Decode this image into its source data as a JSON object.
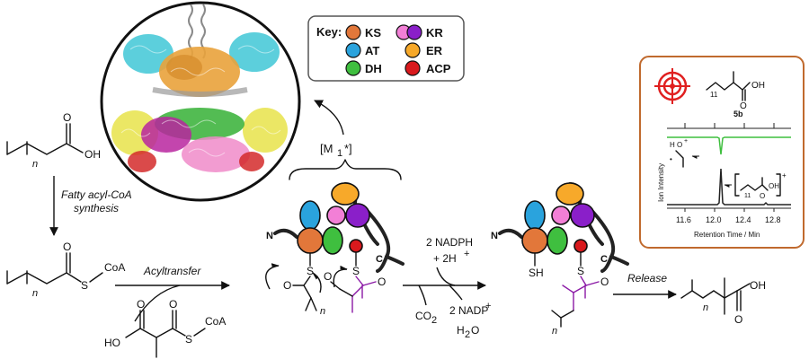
{
  "key": {
    "title": "Key:",
    "items": [
      {
        "id": "ks",
        "label": "KS",
        "color": "#e2773a"
      },
      {
        "id": "at",
        "label": "AT",
        "color": "#2aa3dd"
      },
      {
        "id": "dh",
        "label": "DH",
        "color": "#3fbf3f"
      },
      {
        "id": "kr",
        "label": "KR",
        "colors": [
          "#f27fd6",
          "#8a1fc9"
        ]
      },
      {
        "id": "er",
        "label": "ER",
        "color": "#f7a92a"
      },
      {
        "id": "acp",
        "label": "ACP",
        "color": "#d9191d"
      }
    ]
  },
  "labels": {
    "n_sub": "n",
    "oh": "OH",
    "coa": "CoA",
    "s": "S",
    "sh": "SH",
    "o": "O",
    "ho": "HO",
    "fatty_step_line1": "Fatty acyl-CoA",
    "fatty_step_line2": "synthesis",
    "acyltransfer": "Acyltransfer",
    "m1_label": "[M",
    "m1_sub": "1",
    "m1_end": "*]",
    "n_terminus": "N",
    "c_terminus": "C",
    "nadph": "2 NADPH",
    "h_plus": "+ 2H",
    "plus_sup": "+",
    "co2": "CO",
    "co2_sub": "2",
    "nadp": "2 NADP",
    "h2o": "H",
    "h2o_sub": "2",
    "h2o_end": "O",
    "release": "Release"
  },
  "spectrum": {
    "compound_label": "5b",
    "sub_11": "11",
    "y_label": "Ion Intensity",
    "x_label": "Retention Time / Min",
    "ticks": [
      "11.6",
      "12.0",
      "12.4",
      "12.8"
    ],
    "oh": "OH",
    "o": "O",
    "h_frag": "H",
    "plus": "+",
    "dot": "•",
    "bracket_plus": "+"
  }
}
